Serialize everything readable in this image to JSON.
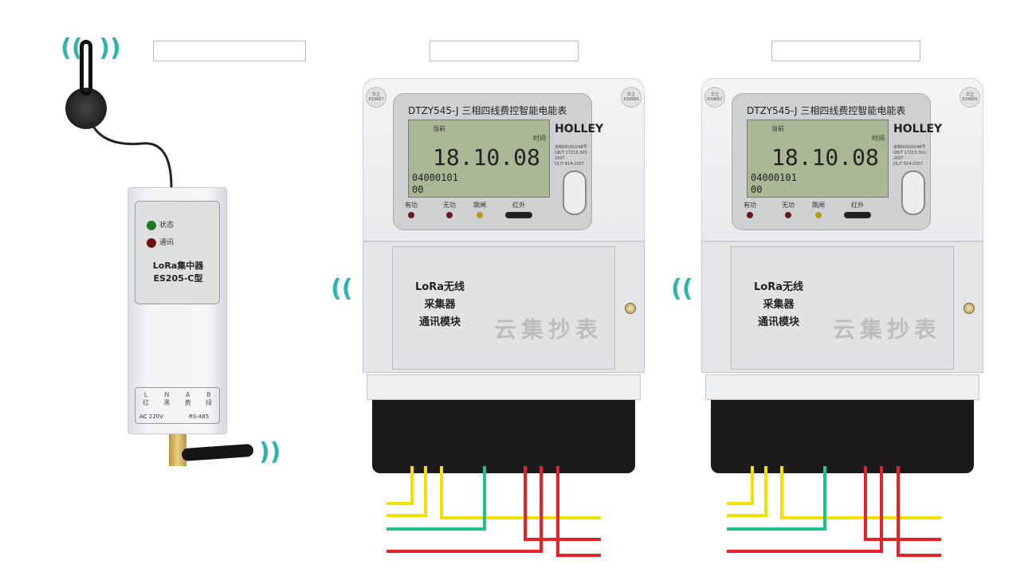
{
  "concentrator": {
    "led_status": "状态",
    "led_comm": "通讯",
    "name": "LoRa集中器",
    "model": "ES205-C型",
    "terminal_top": [
      "L",
      "N",
      "A",
      "B"
    ],
    "terminal_names": [
      "红",
      "黑",
      "黄",
      "绿"
    ],
    "terminal_power": "AC 220V",
    "terminal_bus": "RS-485"
  },
  "meters": [
    {
      "model": "DTZY545-J 三相四线费控智能电能表",
      "lcd_top": "当前",
      "lcd_right": "时间",
      "lcd_value": "18.10.08",
      "lcd_code": "04000101",
      "lcd_sub": "00",
      "brand": "HOLLEY",
      "standard": [
        "京制00000248号",
        "GB/T 17215.301-2007",
        "DL/T 614-2007"
      ],
      "seal_left": [
        "华立",
        "639687"
      ],
      "seal_right": [
        "华立",
        "639689"
      ],
      "indicators": [
        "有功",
        "无功",
        "跳闸",
        "红外"
      ],
      "module_text": [
        "LoRa无线",
        "采集器",
        "通讯模块"
      ]
    },
    {
      "model": "DTZY545-J 三相四线费控智能电能表",
      "lcd_top": "当前",
      "lcd_right": "时间",
      "lcd_value": "18.10.08",
      "lcd_code": "04000101",
      "lcd_sub": "00",
      "brand": "HOLLEY",
      "standard": [
        "京制00000248号",
        "GB/T 17215.301-2007",
        "DL/T 614-2007"
      ],
      "seal_left": [
        "华立",
        "639687"
      ],
      "seal_right": [
        "华立",
        "639689"
      ],
      "indicators": [
        "有功",
        "无功",
        "跳闸",
        "红外"
      ],
      "module_text": [
        "LoRa无线",
        "采集器",
        "通讯模块"
      ]
    }
  ],
  "watermark": "云集抄表",
  "colors": {
    "signal": "#2cb5b0",
    "wire_yellow": "#f2e000",
    "wire_green": "#1fc28a",
    "wire_red": "#e8202a"
  }
}
